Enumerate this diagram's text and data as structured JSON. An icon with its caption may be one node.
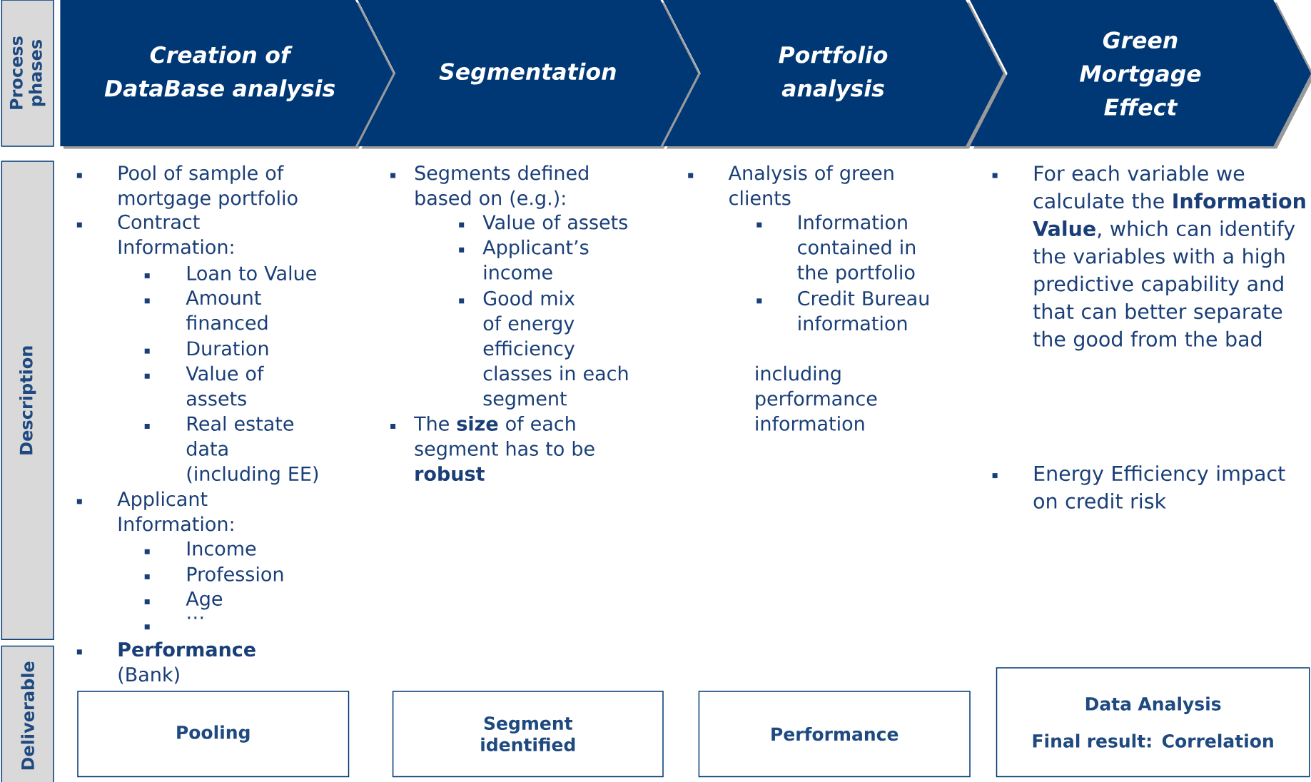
{
  "diagram": {
    "nodes": [
      {
        "text": [
          "Process phases"
        ]
      },
      {
        "text": [
          "Creation of DataBase analysis"
        ]
      },
      {
        "text": [
          "Segmentation"
        ]
      },
      {
        "text": [
          "Portfolio analysis"
        ]
      },
      {
        "text": [
          "Green Mortgage Effect"
        ]
      },
      {
        "text": [
          "Description"
        ]
      },
      {
        "text": [
          "Deliverable"
        ]
      },
      {
        "text": [
          "Pooling"
        ]
      },
      {
        "text": [
          "Segment identified"
        ]
      },
      {
        "text": [
          "Performance"
        ]
      },
      {
        "text": [
          "Data Analysis",
          "Final result: Correlation"
        ]
      }
    ],
    "edges": [],
    "labels": [
      "Pool of sample of mortgage portfolio",
      "Contract Information:",
      "Loan to Value",
      "Amount financed",
      "Duration",
      "Value of assets",
      "Real estate data (including EE)",
      "Applicant Information:",
      "Income",
      "Profession",
      "Age",
      "…",
      "**Performance** (Bank)",
      "Segments defined based on (e.g.):",
      "Value of assets",
      "Applicant’s income",
      "Good mix of energy efficiency classes in each segment",
      "The **size** of each segment has to be **robust**",
      "Analysis of green clients",
      "Information contained in the portfolio",
      "Credit Bureau information",
      "including performance information",
      "For each variable we calculate the **Information Value**, which can identify the variables with a high predictive capability and that can better separate the good from the bad",
      "Energy Efficiency impact on credit risk"
    ]
  }
}
